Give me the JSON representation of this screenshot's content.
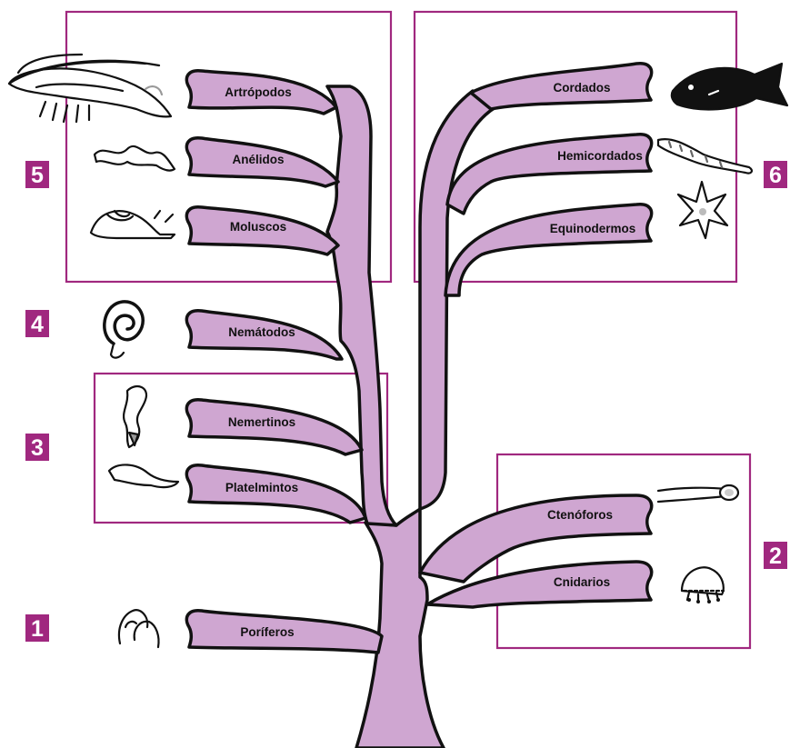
{
  "colors": {
    "trunk_fill": "#cfa6d1",
    "outline": "#111111",
    "box_border": "#a0287f",
    "badge_fill": "#a0287f",
    "badge_text": "#ffffff"
  },
  "groups": [
    {
      "number": "1"
    },
    {
      "number": "2"
    },
    {
      "number": "3"
    },
    {
      "number": "4"
    },
    {
      "number": "5"
    },
    {
      "number": "6"
    }
  ],
  "phyla": [
    {
      "name": "Artrópodos",
      "icon": "shrimp-icon"
    },
    {
      "name": "Anélidos",
      "icon": "worm-icon"
    },
    {
      "name": "Moluscos",
      "icon": "snail-icon"
    },
    {
      "name": "Nemátodos",
      "icon": "coiled-worm-icon"
    },
    {
      "name": "Nemertinos",
      "icon": "ribbon-worm-icon"
    },
    {
      "name": "Platelmintos",
      "icon": "flatworm-icon"
    },
    {
      "name": "Poríferos",
      "icon": "sponge-icon"
    },
    {
      "name": "Cordados",
      "icon": "fish-icon"
    },
    {
      "name": "Hemicordados",
      "icon": "acorn-worm-icon"
    },
    {
      "name": "Equinodermos",
      "icon": "starfish-icon"
    },
    {
      "name": "Ctenóforos",
      "icon": "comb-jelly-icon"
    },
    {
      "name": "Cnidarios",
      "icon": "jellyfish-icon"
    }
  ]
}
